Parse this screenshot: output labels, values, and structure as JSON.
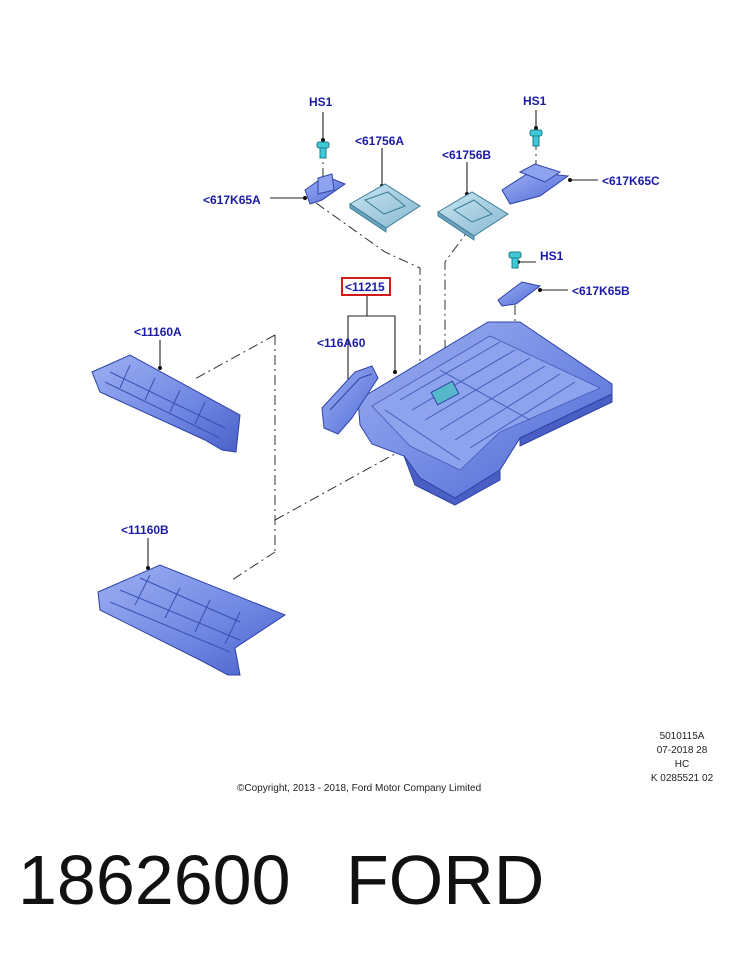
{
  "labels": {
    "hs1_left": "HS1",
    "hs1_right_top": "HS1",
    "hs1_right_mid": "HS1",
    "p61756A": "<61756A",
    "p61756B": "<61756B",
    "p617K65A": "<617K65A",
    "p617K65C": "<617K65C",
    "p617K65B": "<617K65B",
    "p11215": "<11215",
    "p116A60": "<116A60",
    "p11160A": "<11160A",
    "p11160B": "<11160B"
  },
  "meta": {
    "line1": "5010115A",
    "line2": "07-2018 28",
    "line3": "HC",
    "line4": "K 0285521 02"
  },
  "copyright": "©Copyright, 2013 - 2018, Ford Motor Company Limited",
  "part_number": "1862600",
  "brand": "FORD",
  "colors": {
    "label": "#1a1aa6",
    "part_fill": "#6f86e0",
    "part_stroke": "#2e43a8",
    "highlight_box": "#d11a1a",
    "fastener": "#3fc9d6"
  }
}
